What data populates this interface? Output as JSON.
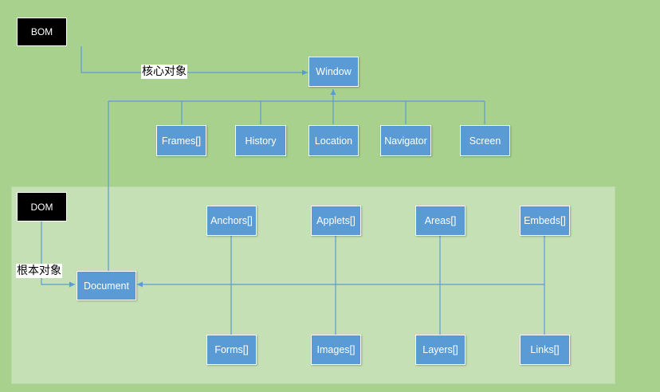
{
  "labels": {
    "core_object": "核心对象",
    "root_object": "根本对象"
  },
  "bom": {
    "label": "BOM",
    "window": "Window",
    "children": [
      "Frames[]",
      "History",
      "Location",
      "Navigator",
      "Screen"
    ]
  },
  "dom": {
    "label": "DOM",
    "document": "Document",
    "top_row": [
      "Anchors[]",
      "Applets[]",
      "Areas[]",
      "Embeds[]"
    ],
    "bottom_row": [
      "Forms[]",
      "Images[]",
      "Layers[]",
      "Links[]"
    ]
  },
  "colors": {
    "background": "#a9d18e",
    "dom_region": "#c5e0b4",
    "node_fill": "#5b9bd5",
    "line": "#5b9bd5"
  }
}
